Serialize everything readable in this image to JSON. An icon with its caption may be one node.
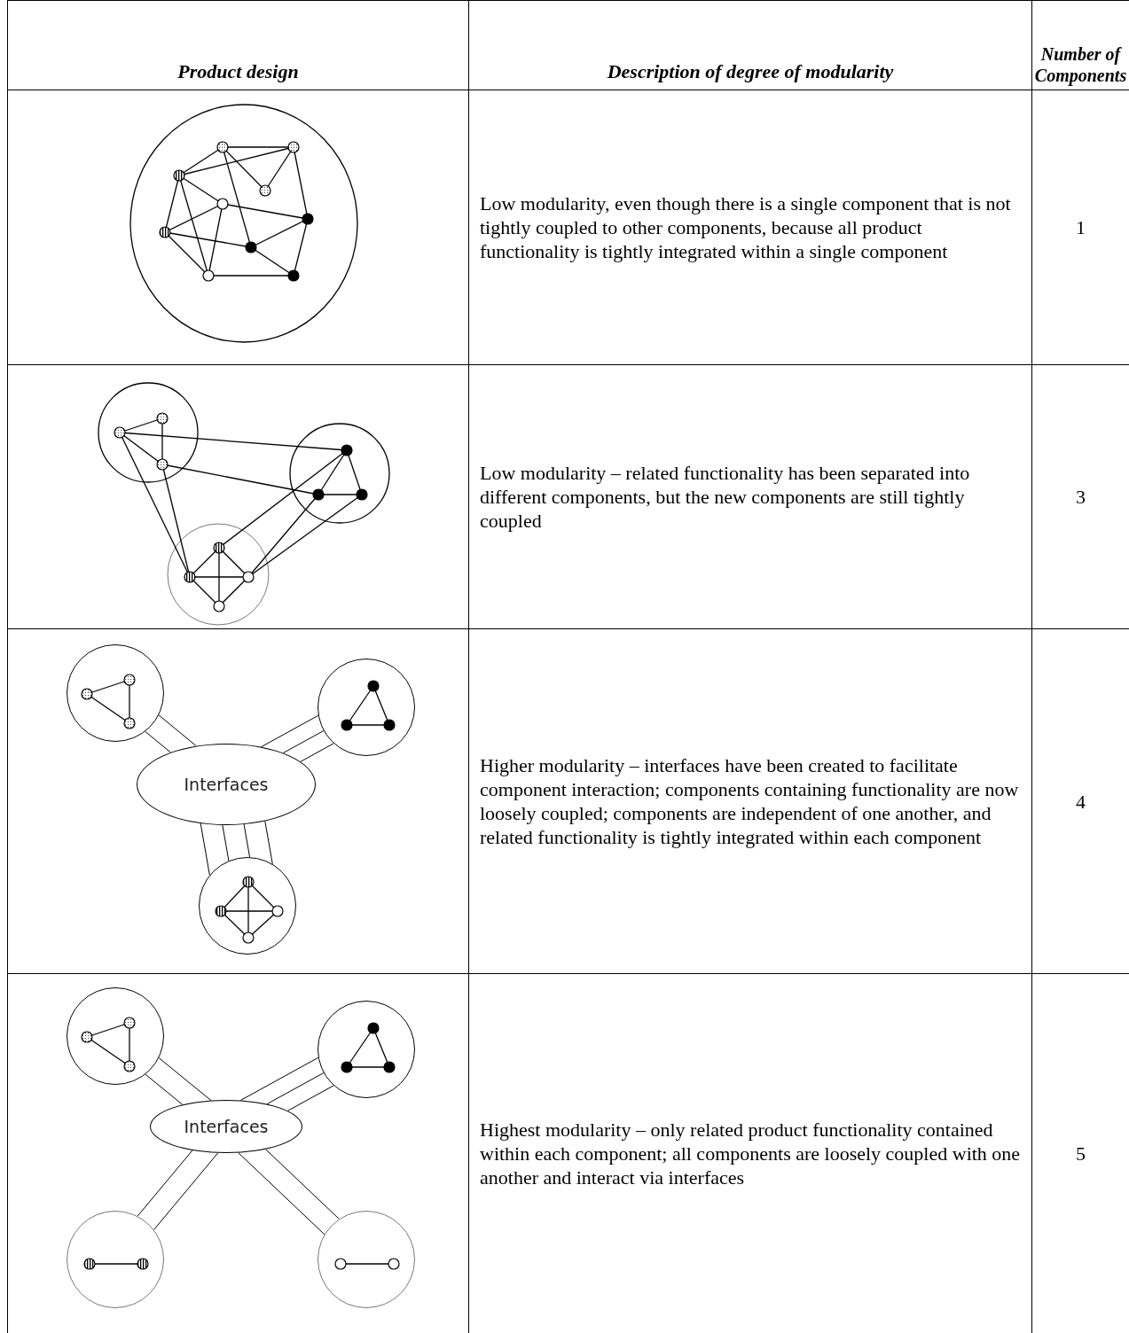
{
  "diagram": {
    "nodes": [
      {
        "text": [],
        "shape": "circle"
      },
      {
        "text": [],
        "shape": "circle"
      },
      {
        "text": [
          "Interfaces"
        ]
      },
      {
        "text": [],
        "shape": "circle"
      },
      {
        "text": [],
        "shape": "circle"
      },
      {
        "text": [],
        "shape": "circle"
      },
      {
        "text": [
          "Interfaces"
        ]
      },
      {
        "text": [],
        "shape": "circle"
      },
      {
        "text": [],
        "shape": "circle"
      }
    ],
    "edges": [
      {
        "from": 0,
        "to": 2,
        "arrow": "none"
      },
      {
        "from": 0,
        "to": 2,
        "arrow": "none"
      },
      {
        "from": 1,
        "to": 2,
        "arrow": "none"
      },
      {
        "from": 1,
        "to": 2,
        "arrow": "none"
      },
      {
        "from": 1,
        "to": 2,
        "arrow": "none"
      },
      {
        "from": 2,
        "to": 3,
        "arrow": "none"
      },
      {
        "from": 2,
        "to": 3,
        "arrow": "none"
      },
      {
        "from": 2,
        "to": 3,
        "arrow": "none"
      },
      {
        "from": 2,
        "to": 3,
        "arrow": "none"
      },
      {
        "from": 4,
        "to": 6,
        "arrow": "none"
      },
      {
        "from": 4,
        "to": 6,
        "arrow": "none"
      },
      {
        "from": 5,
        "to": 6,
        "arrow": "none"
      },
      {
        "from": 5,
        "to": 6,
        "arrow": "none"
      },
      {
        "from": 5,
        "to": 6,
        "arrow": "none"
      },
      {
        "from": 6,
        "to": 7,
        "arrow": "none"
      },
      {
        "from": 6,
        "to": 7,
        "arrow": "none"
      },
      {
        "from": 6,
        "to": 8,
        "arrow": "none"
      },
      {
        "from": 6,
        "to": 8,
        "arrow": "none"
      }
    ],
    "labels": [
      "Product design",
      "Description of degree of modularity",
      "Number of Components",
      "Low modularity, even though there is a single component that is not tightly coupled to other components, because all product functionality is tightly integrated within a single component",
      "1",
      "Low modularity – related functionality has been separated into different components, but the new components are still tightly coupled",
      "3",
      "Higher modularity – interfaces have been created to facilitate component interaction; components containing functionality are now loosely coupled; components are independent of one another, and related functionality is tightly integrated within each component",
      "4",
      "Highest modularity – only related product functionality contained within each component; all components are loosely coupled with one another and interact via interfaces",
      "5"
    ]
  }
}
